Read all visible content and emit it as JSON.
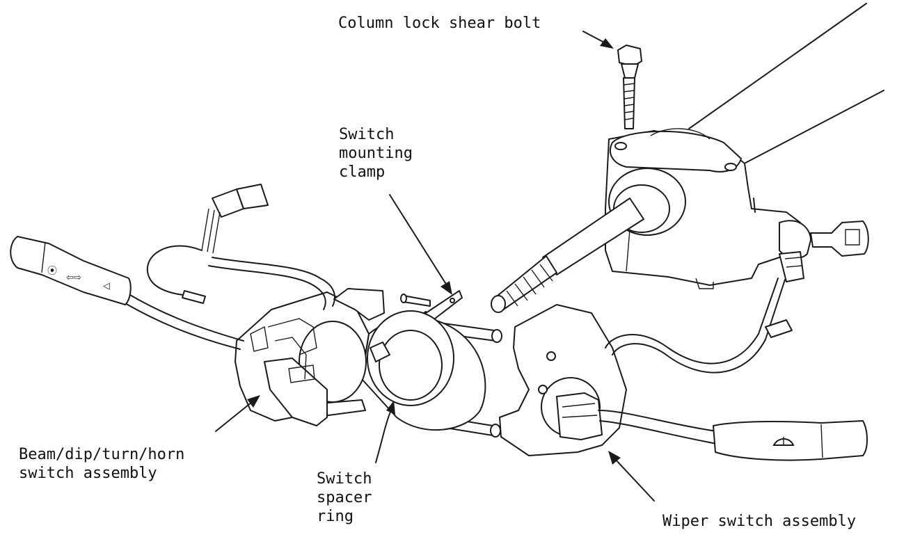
{
  "labels": {
    "column_lock_bolt": "Column lock shear bolt",
    "mounting_clamp": [
      "Switch",
      "mounting",
      "clamp"
    ],
    "beam_switch": [
      "Beam/dip/turn/horn",
      "switch assembly"
    ],
    "spacer_ring": [
      "Switch",
      "spacer",
      "ring"
    ],
    "wiper_switch": "Wiper switch assembly"
  },
  "colors": {
    "ink": "#1a1a1a",
    "paper": "#ffffff"
  }
}
